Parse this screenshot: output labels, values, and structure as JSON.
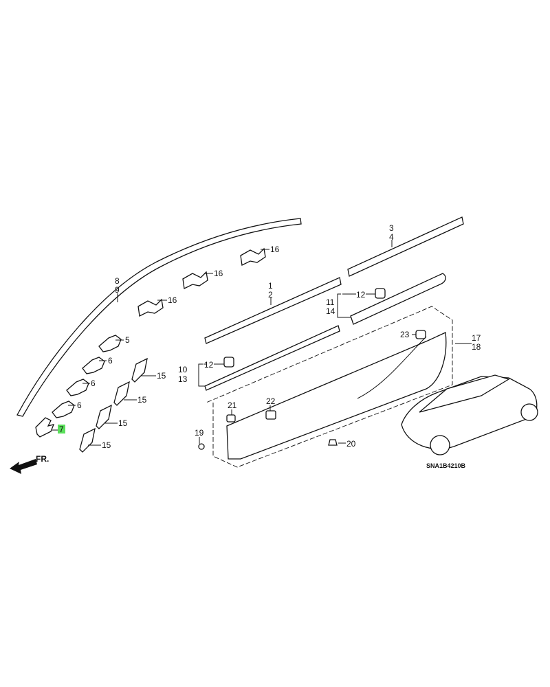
{
  "diagram": {
    "code": "SNA1B4210B",
    "front_label": "FR.",
    "highlight_color": "#59e05a",
    "callouts": {
      "p8": "8",
      "p9": "9",
      "p16a": "16",
      "p16b": "16",
      "p16c": "16",
      "p5": "5",
      "p6a": "6",
      "p6b": "6",
      "p6c": "6",
      "p7": "7",
      "p15a": "15",
      "p15b": "15",
      "p15c": "15",
      "p15d": "15",
      "p1": "1",
      "p2": "2",
      "p3": "3",
      "p4": "4",
      "p11": "11",
      "p14": "14",
      "p12a": "12",
      "p10": "10",
      "p13": "13",
      "p12b": "12",
      "p23": "23",
      "p17": "17",
      "p18": "18",
      "p21": "21",
      "p22": "22",
      "p19": "19",
      "p20": "20"
    }
  }
}
